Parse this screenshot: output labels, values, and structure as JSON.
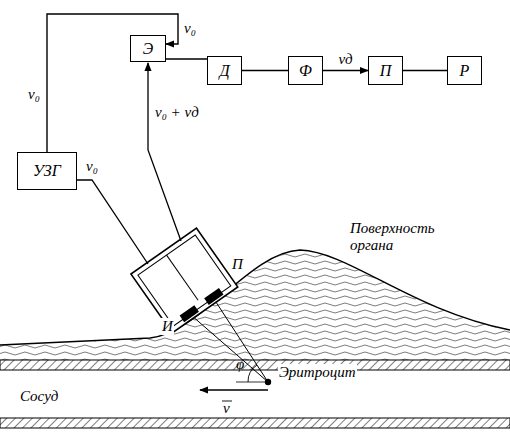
{
  "diagram": {
    "nodes": [
      {
        "text": [
          "Э"
        ]
      },
      {
        "text": [
          "Д"
        ]
      },
      {
        "text": [
          "Ф"
        ]
      },
      {
        "text": [
          "П"
        ]
      },
      {
        "text": [
          "Р"
        ]
      },
      {
        "text": [
          "УЗГ"
        ]
      }
    ],
    "edges": [
      {
        "from": 5,
        "to": 0,
        "arrow": "to"
      },
      {
        "from": 0,
        "to": 1,
        "arrow": "none"
      },
      {
        "from": 1,
        "to": 2,
        "arrow": "none"
      },
      {
        "from": 2,
        "to": 3,
        "label": "νд",
        "arrow": "to"
      },
      {
        "from": 3,
        "to": 4,
        "arrow": "none"
      }
    ],
    "labels": [
      "ν₀",
      "ν₀",
      "ν₀",
      "ν₀ + νд",
      "И",
      "П",
      "Поверхность органа",
      "Сосуд",
      "Эритроцит",
      "φ",
      "v"
    ]
  }
}
